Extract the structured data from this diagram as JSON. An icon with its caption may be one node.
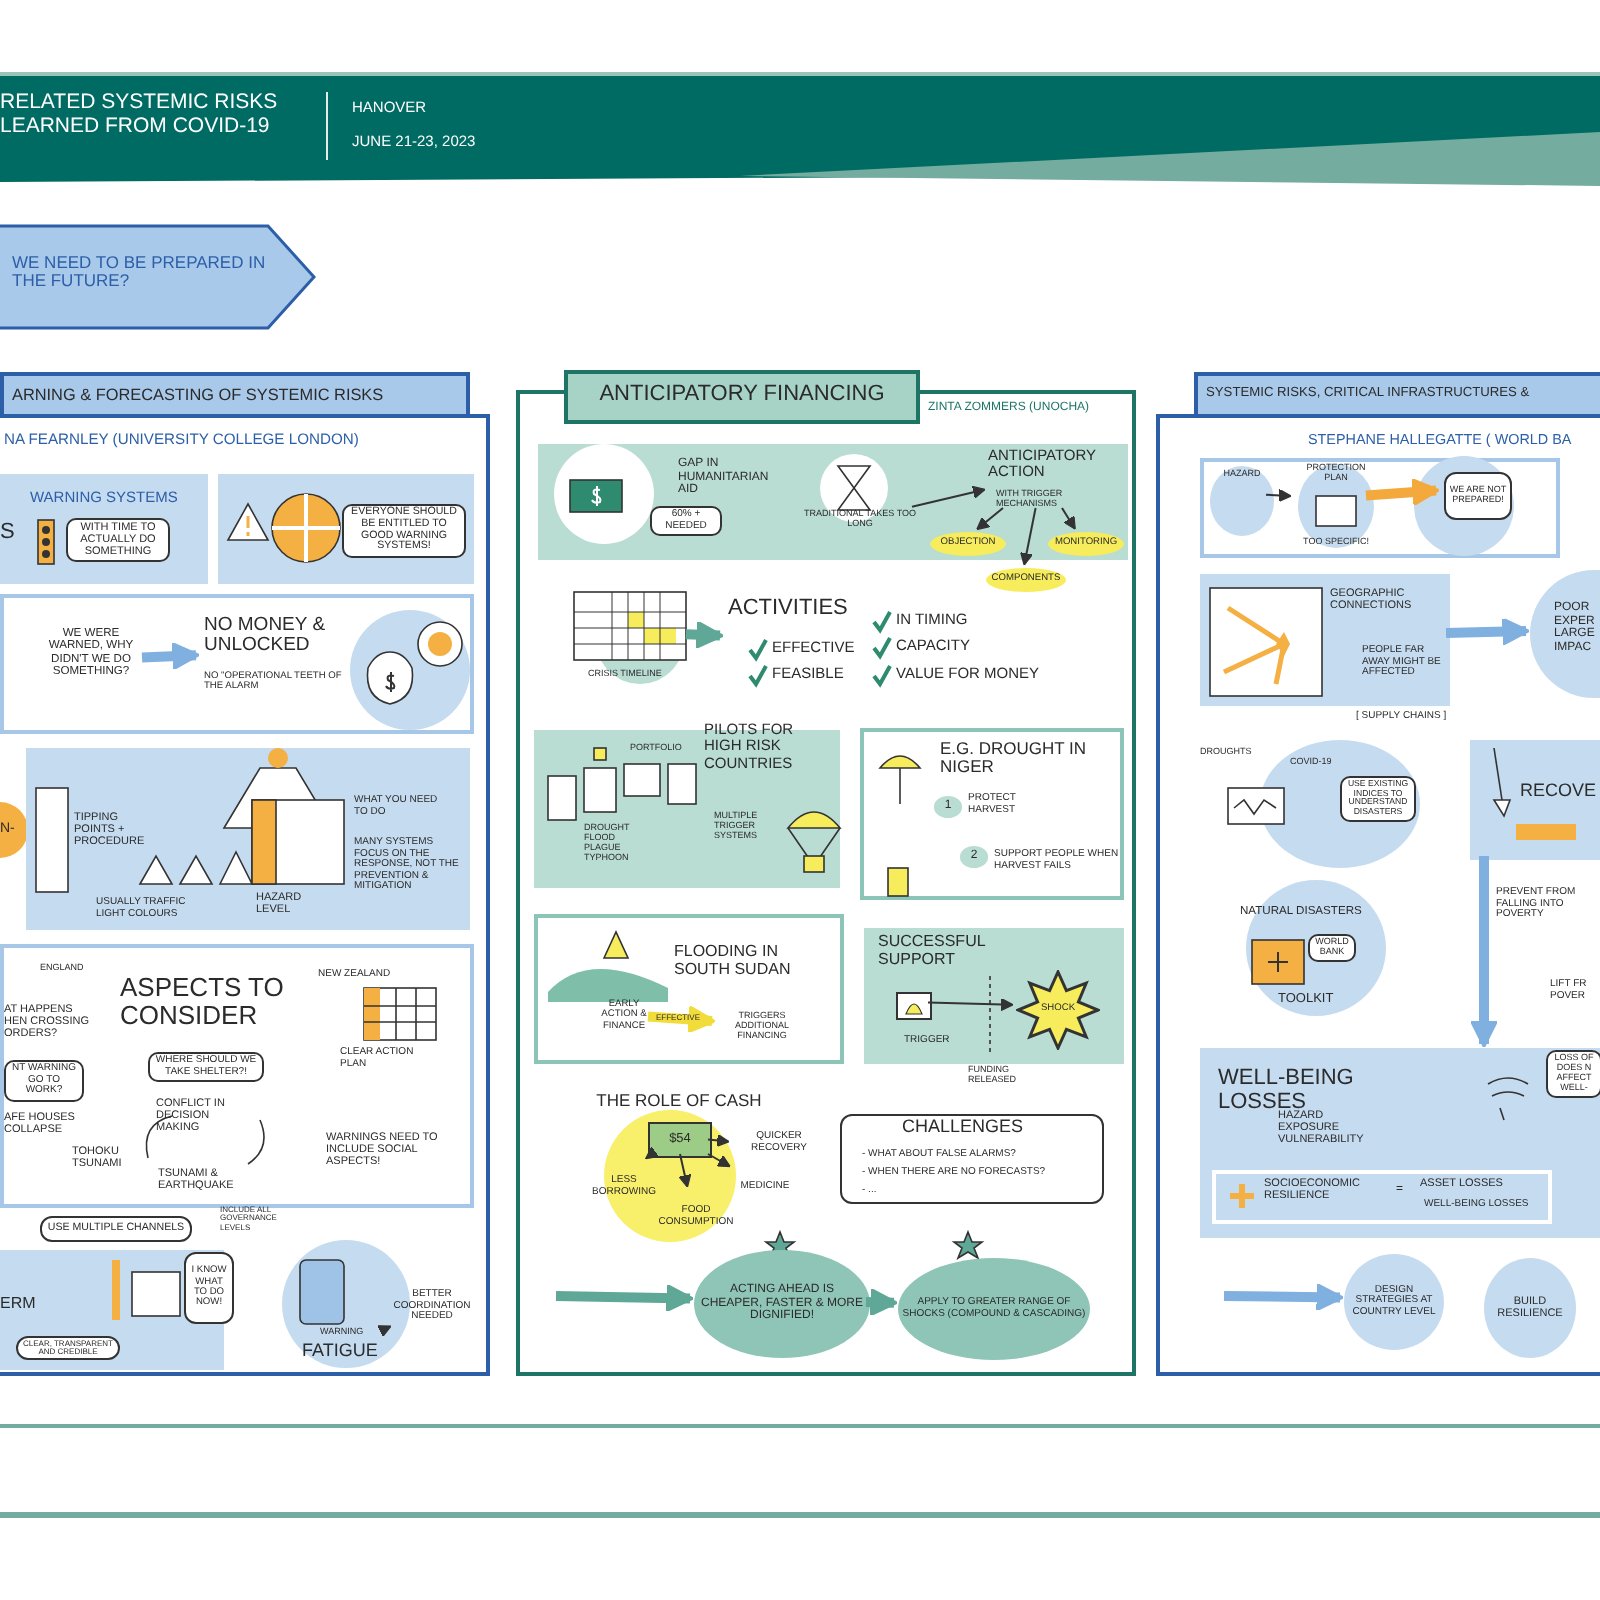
{
  "diagram": {
    "title": "RELATED SYSTEMIC RISKS LEARNED FROM COVID-19",
    "nodes": [
      {
        "text": [
          "WE NEED TO BE PREPARED IN THE FUTURE?"
        ]
      },
      {
        "text": [
          "ARNING & FORECASTING OF SYSTEMIC RISKS",
          "NA FEARNLEY (UNIVERSITY COLLEGE LONDON)"
        ]
      },
      {
        "text": [
          "S",
          "WARNING SYSTEMS",
          "WITH TIME TO ACTUALLY DO SOMETHING"
        ],
        "in": 1
      },
      {
        "text": [
          "EVERYONE SHOULD BE ENTITLED TO GOOD WARNING SYSTEMS!"
        ],
        "in": 1
      },
      {
        "text": [],
        "shape": "box",
        "in": 1
      },
      {
        "text": [
          "WE WERE WARNED, WHY DIDN'T WE DO SOMETHING?"
        ],
        "in": 4
      },
      {
        "text": [
          "NO MONEY & UNLOCKED",
          "NO \"OPERATIONAL TEETH OF THE ALARM"
        ],
        "in": 4
      },
      {
        "text": [
          "TIPPING POINTS + PROCEDURE",
          "USUALLY TRAFFIC LIGHT COLOURS",
          "HAZARD LEVEL",
          "WHAT YOU NEED TO DO",
          "MANY SYSTEMS FOCUS ON THE RESPONSE, NOT THE PREVENTION & MITIGATION"
        ],
        "beside": [
          "N-"
        ],
        "in": 1
      },
      {
        "text": [
          "ENGLAND",
          "AT HAPPENS HEN CROSSING ORDERS?",
          "NT WARNING GO TO WORK?",
          "AFE HOUSES COLLAPSE",
          "TOHOKU TSUNAMI",
          "ASPECTS TO CONSIDER",
          "WHERE SHOULD WE TAKE SHELTER?!",
          "CONFLICT IN DECISION MAKING",
          "TSUNAMI & EARTHQUAKE",
          "NEW ZEALAND",
          "CLEAR ACTION PLAN",
          "WARNINGS NEED TO INCLUDE SOCIAL ASPECTS!"
        ],
        "in": 1
      },
      {
        "text": [
          "ERM"
        ],
        "in": 1
      },
      {
        "text": [
          "USE MULTIPLE CHANNELS"
        ],
        "in": 1
      },
      {
        "text": [
          "I KNOW WHAT TO DO NOW!"
        ],
        "in": 1
      },
      {
        "text": [
          "CLEAR, TRANSPARENT AND CREDIBLE"
        ],
        "in": 9
      },
      {
        "text": [
          "WARNING",
          "FATIGUE"
        ],
        "in": 1
      },
      {
        "text": [
          "BETTER COORDINATION NEEDED"
        ],
        "in": 1
      },
      {
        "text": [
          "ANTICIPATORY FINANCING",
          "ZINTA ZOMMERS (UNOCHA)"
        ]
      },
      {
        "text": [
          "GAP IN HUMANITARIAN AID",
          "60% + NEEDED"
        ],
        "in": 15
      },
      {
        "text": [
          "TRADITIONAL TAKES TOO LONG"
        ],
        "in": 16
      },
      {
        "text": [
          "ANTICIPATORY ACTION",
          "WITH TRIGGER MECHANISMS"
        ],
        "in": 16
      },
      {
        "text": [
          "OBJECTION"
        ],
        "in": 16
      },
      {
        "text": [
          "COMPONENTS"
        ],
        "in": 15
      },
      {
        "text": [
          "MONITORING"
        ],
        "in": 16
      },
      {
        "text": [
          "CRISIS TIMELINE"
        ],
        "in": 15
      },
      {
        "text": [
          "ACTIVITIES",
          "EFFECTIVE",
          "FEASIBLE",
          "IN TIMING",
          "CAPACITY",
          "VALUE FOR MONEY"
        ],
        "in": 15
      },
      {
        "text": [
          "PORTFOLIO",
          "PILOTS FOR HIGH RISK COUNTRIES",
          "DROUGHT FLOOD PLAGUE TYPHOON",
          "MULTIPLE TRIGGER SYSTEMS"
        ],
        "in": 15
      },
      {
        "text": [
          "E.G. DROUGHT IN NIGER",
          "1",
          "PROTECT HARVEST",
          "2",
          "SUPPORT PEOPLE WHEN HARVEST FAILS"
        ],
        "in": 15
      },
      {
        "text": [
          "FLOODING IN SOUTH SUDAN"
        ],
        "in": 15
      },
      {
        "text": [
          "EARLY ACTION & FINANCE"
        ],
        "in": 26
      },
      {
        "text": [
          "TRIGGERS ADDITIONAL FINANCING"
        ],
        "in": 26
      },
      {
        "text": [
          "SUCCESSFUL SUPPORT",
          "TRIGGER"
        ],
        "beside": [
          "FUNDING RELEASED"
        ],
        "in": 15
      },
      {
        "text": [
          "SHOCK"
        ],
        "in": 29
      },
      {
        "text": [
          "THE ROLE OF CASH"
        ],
        "in": 15
      },
      {
        "text": [
          "$54"
        ],
        "in": 15
      },
      {
        "text": [
          "QUICKER RECOVERY"
        ],
        "in": 15
      },
      {
        "text": [
          "LESS BORROWING"
        ],
        "in": 15
      },
      {
        "text": [
          "FOOD CONSUMPTION"
        ],
        "in": 15
      },
      {
        "text": [
          "MEDICINE"
        ],
        "in": 15
      },
      {
        "text": [
          "CHALLENGES",
          "- WHAT ABOUT FALSE ALARMS?",
          "- WHEN THERE ARE NO FORECASTS?",
          "- ..."
        ],
        "in": 15
      },
      {
        "text": [
          "ACTING AHEAD IS CHEAPER, FASTER & MORE DIGNIFIED!"
        ],
        "in": 15
      },
      {
        "text": [
          "APPLY TO GREATER RANGE OF SHOCKS (COMPOUND & CASCADING)"
        ],
        "in": 15
      },
      {
        "text": [
          "SYSTEMIC RISKS, CRITICAL INFRASTRUCTURES &",
          "STEPHANE HALLEGATTE ( WORLD BA"
        ]
      },
      {
        "text": [],
        "shape": "box",
        "in": 40
      },
      {
        "text": [
          "HAZARD"
        ],
        "in": 41
      },
      {
        "text": [
          "PROTECTION PLAN",
          "TOO SPECIFIC!"
        ],
        "in": 41
      },
      {
        "text": [
          "WE ARE NOT PREPARED!"
        ],
        "in": 41
      },
      {
        "text": [
          "GEOGRAPHIC CONNECTIONS",
          "PEOPLE FAR AWAY MIGHT BE AFFECTED"
        ],
        "beside": [
          "[ SUPPLY CHAINS ]"
        ],
        "in": 40
      },
      {
        "text": [
          "POOR EXPER LARGE IMPAC"
        ],
        "in": 40
      },
      {
        "text": [
          "COVID-19",
          "USE EXISTING INDICES TO UNDERSTAND DISASTERS"
        ],
        "beside": [
          "DROUGHTS"
        ],
        "in": 40
      },
      {
        "text": [
          "RECOVE"
        ],
        "in": 40
      },
      {
        "text": [
          "NATURAL DISASTERS",
          "WORLD BANK",
          "TOOLKIT"
        ],
        "in": 40
      },
      {
        "text": [
          "WELL-BEING LOSSES",
          "HAZARD EXPOSURE VULNERABILITY",
          "SOCIOECONOMIC RESILIENCE",
          "=",
          "ASSET LOSSES",
          "WELL-BEING LOSSES",
          "LOSS OF DOES N AFFECT WELL-"
        ],
        "in": 40
      },
      {
        "text": [
          "DESIGN STRATEGIES AT COUNTRY LEVEL"
        ],
        "in": 40
      },
      {
        "text": [
          "BUILD RESILIENCE"
        ],
        "in": 40
      },
      {
        "text": [],
        "shape": "picture",
        "in": 29
      }
    ],
    "edges": [
      {
        "from": 5,
        "to": 6,
        "arrow": "to",
        "style": "thick",
        "color": "#7fb0df"
      },
      {
        "from": 13,
        "to": 14,
        "arrow": "to"
      },
      {
        "from": 17,
        "to": 18,
        "arrow": "to"
      },
      {
        "from": 18,
        "to": 19,
        "arrow": "to"
      },
      {
        "from": 18,
        "to": 20,
        "arrow": "to"
      },
      {
        "from": 18,
        "to": 21,
        "arrow": "to"
      },
      {
        "from": 22,
        "to": 23,
        "arrow": "to",
        "style": "thick",
        "color": "#5fa898"
      },
      {
        "from": 27,
        "to": 28,
        "arrow": "to",
        "style": "thick",
        "color": "#f2dc3a",
        "label": "EFFECTIVE"
      },
      {
        "from": 53,
        "to": 30,
        "arrow": "to"
      },
      {
        "from": 32,
        "to": 33,
        "arrow": "to"
      },
      {
        "from": 32,
        "to": 34,
        "arrow": "to"
      },
      {
        "from": 32,
        "to": 35,
        "arrow": "to"
      },
      {
        "from": 32,
        "to": 36,
        "arrow": "to"
      },
      {
        "from": null,
        "to": 38,
        "arrow": "to",
        "style": "thick",
        "color": "#5fa898"
      },
      {
        "from": 38,
        "to": 39,
        "arrow": "to",
        "style": "thick",
        "color": "#5fa898"
      },
      {
        "from": 42,
        "to": 43,
        "arrow": "to"
      },
      {
        "from": 43,
        "to": 44,
        "arrow": "to",
        "style": "thick",
        "color": "#f3a93b"
      },
      {
        "from": 45,
        "to": 46,
        "arrow": "to",
        "style": "thick",
        "color": "#7fb0df"
      },
      {
        "from": null,
        "to": 51,
        "arrow": "to",
        "style": "thick",
        "color": "#7fb0df"
      },
      {
        "from": 48,
        "to": 50,
        "arrow": "to",
        "style": "thick",
        "color": "#7fb0df"
      }
    ],
    "labels": [
      "HANOVER",
      "JUNE 21-23, 2023",
      "INCLUDE ALL GOVERNANCE LEVELS",
      "PREVENT FROM FALLING INTO POVERTY",
      "LIFT FR POVER"
    ]
  }
}
